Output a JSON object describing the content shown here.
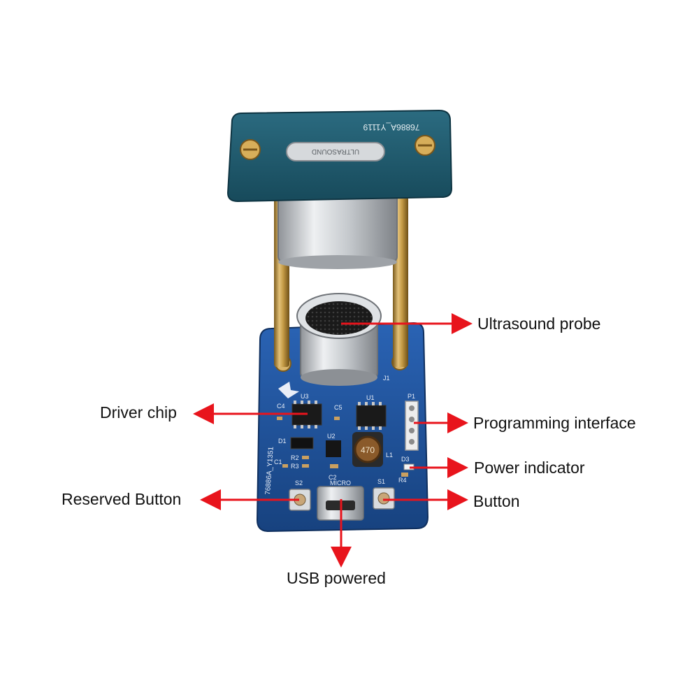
{
  "top_board": {
    "silk_part_no": "76886A_Y1119",
    "silk_label": "ULTRASOUND"
  },
  "base_board": {
    "silk_part_no": "76886A_Y1351",
    "silk_micro": "MICRO",
    "silk_designators": [
      "C4",
      "C5",
      "U3",
      "U1",
      "P1",
      "D1",
      "U2",
      "R2",
      "R3",
      "C1",
      "L1",
      "D3",
      "R4",
      "S2",
      "C2",
      "S1",
      "J1"
    ],
    "inductor_marking": "470"
  },
  "callouts": {
    "ultrasound_probe": "Ultrasound probe",
    "driver_chip": "Driver chip",
    "programming_interface": "Programming interface",
    "power_indicator": "Power indicator",
    "reserved_button": "Reserved Button",
    "button": "Button",
    "usb_powered": "USB powered"
  },
  "colors": {
    "pcb_blue": "#1d4f9a",
    "top_pcb_teal": "#1f5a6e",
    "arrow_red": "#e8141c",
    "brass": "#c9a24a",
    "metal": "#c8cbd0"
  }
}
